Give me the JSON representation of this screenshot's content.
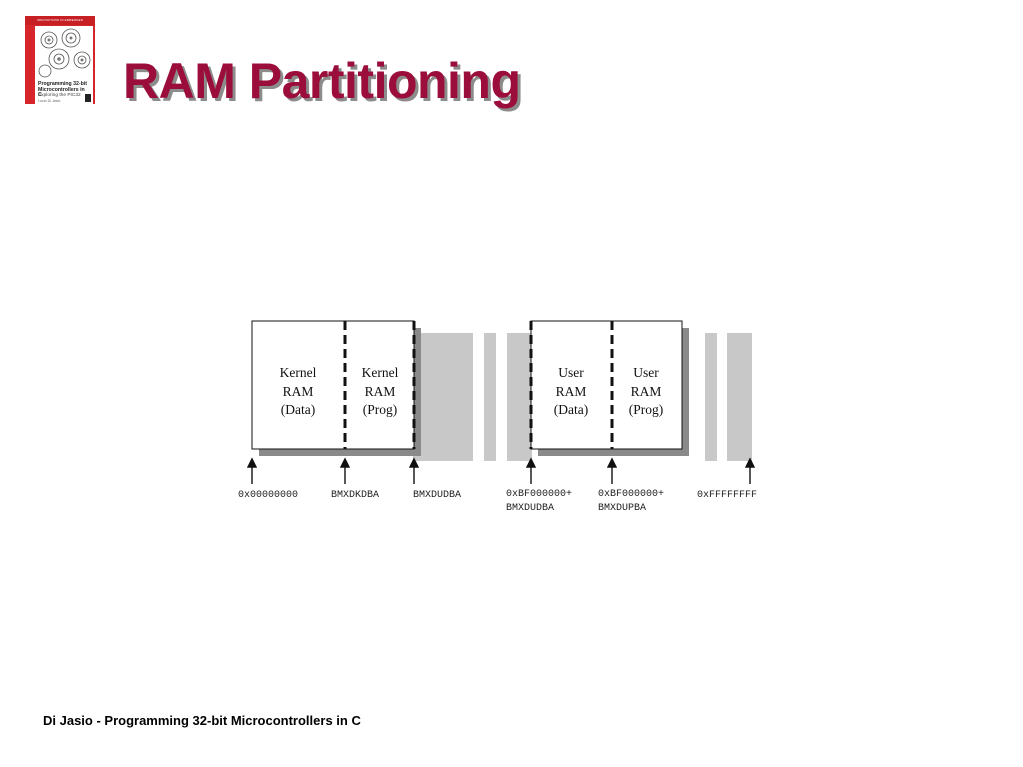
{
  "title": "RAM Partitioning",
  "footer": "Di Jasio - Programming 32-bit Microcontrollers in C",
  "book": {
    "header": "INNOVATIONS IN EMBEDDED",
    "title": "Programming 32-bit Microcontrollers in C",
    "subtitle": "Exploring the PIC32",
    "author": "Lucio Di Jasio"
  },
  "colors": {
    "title": "#9b0d3a",
    "title_shadow": "#8c8c8c",
    "block_gray": "#c8c8c8",
    "book_red": "#d7262b"
  },
  "diagram": {
    "blocks": [
      {
        "name": "kernel-ram-data",
        "lines": [
          "Kernel",
          "RAM",
          "(Data)"
        ]
      },
      {
        "name": "kernel-ram-prog",
        "lines": [
          "Kernel",
          "RAM",
          "(Prog)"
        ]
      },
      {
        "name": "user-ram-data",
        "lines": [
          "User",
          "RAM",
          "(Data)"
        ]
      },
      {
        "name": "user-ram-prog",
        "lines": [
          "User",
          "RAM",
          "(Prog)"
        ]
      }
    ],
    "addresses": [
      {
        "name": "addr-0x00000000",
        "lines": [
          "0x00000000"
        ]
      },
      {
        "name": "addr-bmxdkdba",
        "lines": [
          "BMXDKDBA"
        ]
      },
      {
        "name": "addr-bmxdudba",
        "lines": [
          "BMXDUDBA"
        ]
      },
      {
        "name": "addr-user-data",
        "lines": [
          "0xBF000000+",
          "BMXDUDBA"
        ]
      },
      {
        "name": "addr-user-prog",
        "lines": [
          "0xBF000000+",
          "BMXDUPBA"
        ]
      },
      {
        "name": "addr-0xffffffff",
        "lines": [
          "0xFFFFFFFF"
        ]
      }
    ]
  }
}
